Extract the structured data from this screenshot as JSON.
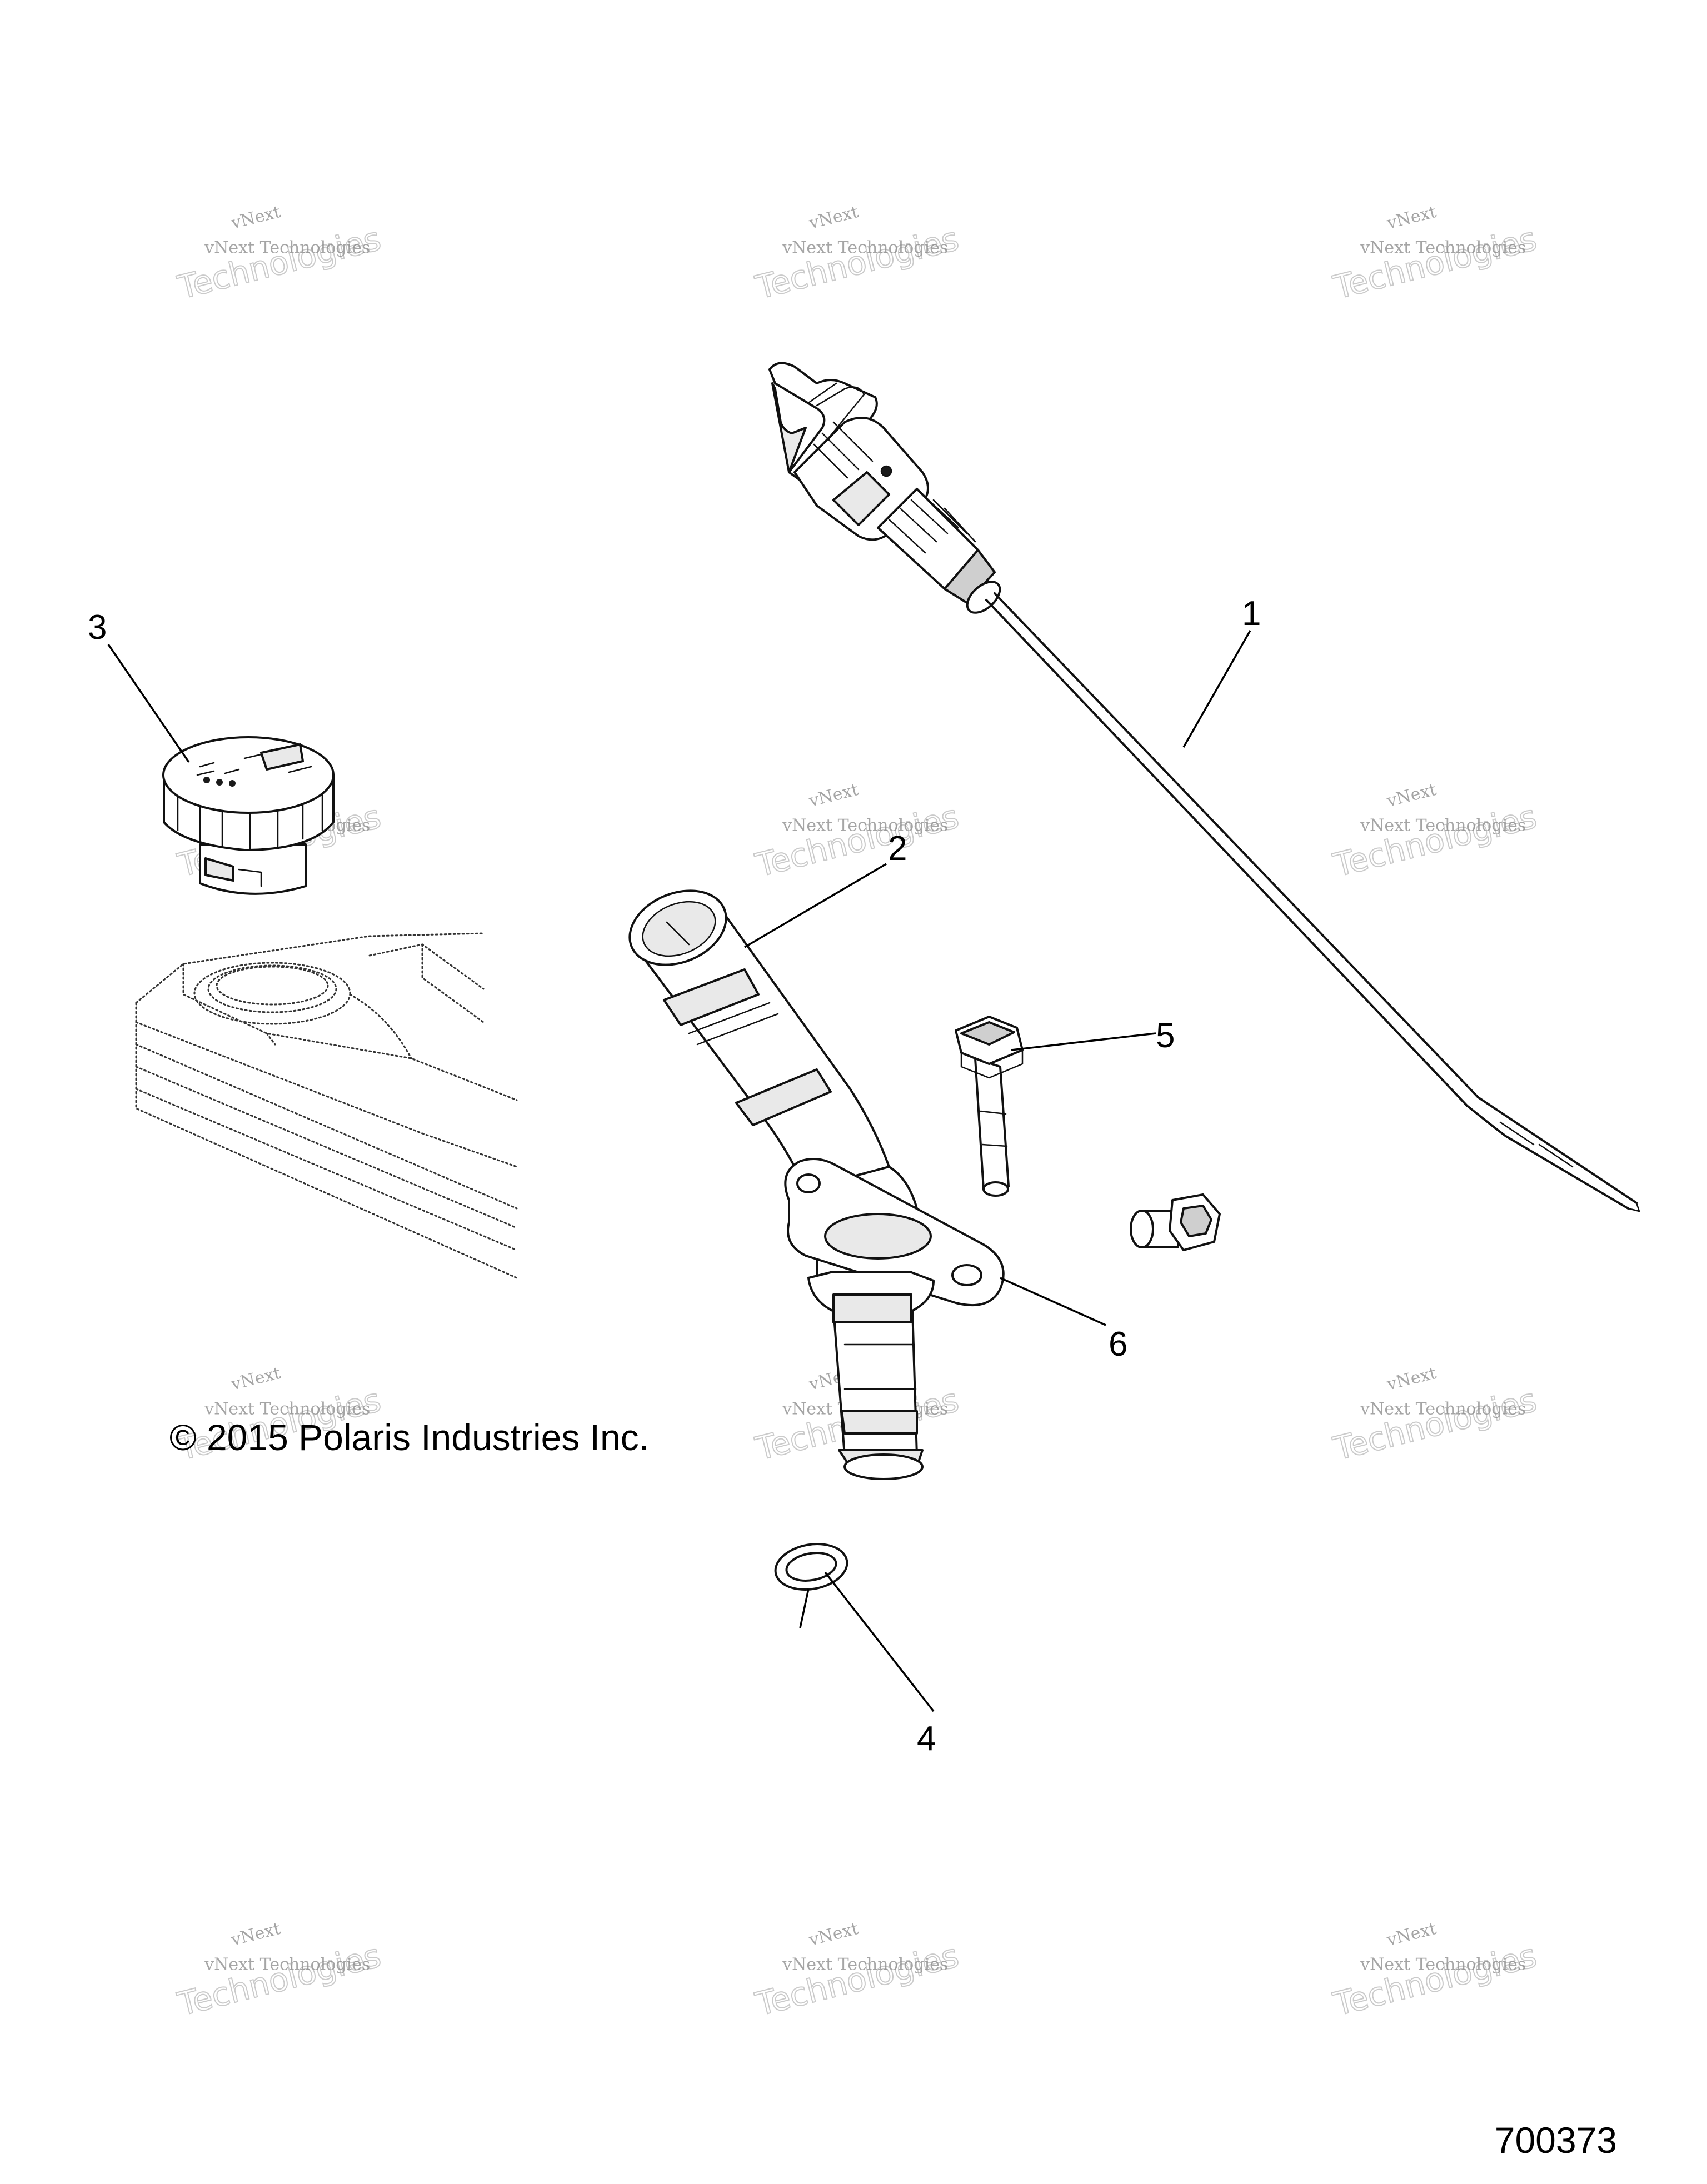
{
  "callouts": {
    "c1": "1",
    "c2": "2",
    "c3": "3",
    "c4": "4",
    "c5": "5",
    "c6": "6"
  },
  "copyright": "© 2015 Polaris Industries Inc.",
  "figure_number": "700373",
  "watermark": {
    "line_top": "vNext",
    "line_small": "vNext Technologies",
    "line_big": "Technologies"
  },
  "colors": {
    "line": "#111111",
    "watermark": "#bdbdbd"
  }
}
